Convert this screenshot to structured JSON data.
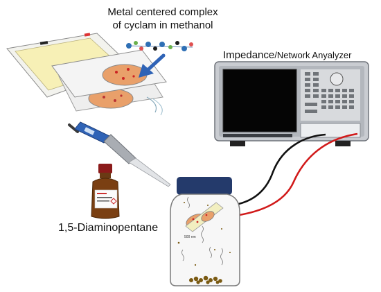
{
  "labels": {
    "complex_line1": "Metal centered complex",
    "complex_line2": "of cyclam in methanol",
    "analyzer_part1": "Impedance",
    "analyzer_part2": "/Network  Anyalyzer",
    "diamine": "1,5-Diaminopentane",
    "bottle_scale": "500 nm"
  },
  "colors": {
    "analyzer_body": "#c9ccd1",
    "analyzer_screen": "#050505",
    "jar_lid": "#243a6b",
    "wire_black": "#111111",
    "wire_red": "#d11a1a",
    "pipette_blue": "#2f63b6",
    "film_spot": "#e9a06a",
    "particles": "#7a5a12"
  },
  "icons": [
    "molecule-icon",
    "arrow-icon",
    "pipette-icon",
    "bottle-icon",
    "analyzer-icon",
    "jar-icon"
  ]
}
